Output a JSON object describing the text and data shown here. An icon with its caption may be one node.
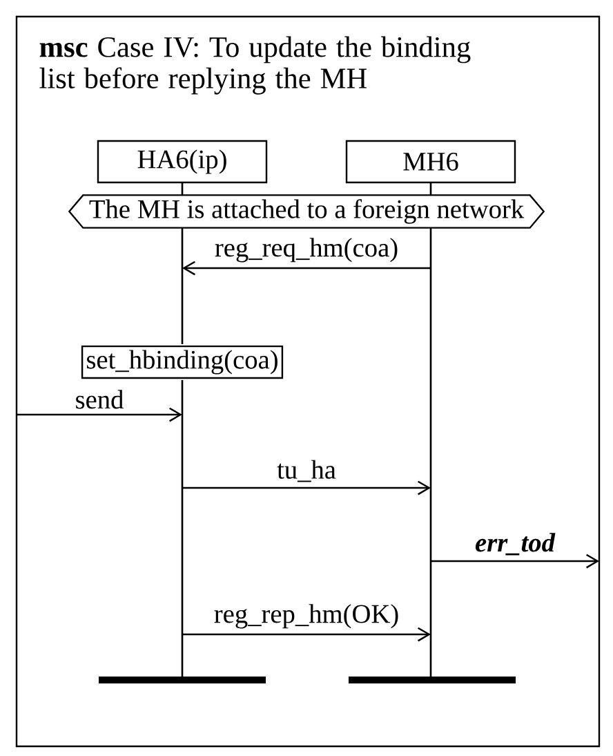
{
  "diagram": {
    "nodes": [
      {
        "text": [
          "**msc** Case IV: To update the binding list before replying the MH"
        ]
      },
      {
        "text": [
          "HA6(ip)"
        ],
        "in": 0
      },
      {
        "text": [
          "MH6"
        ],
        "in": 0
      },
      {
        "text": [],
        "shape": "bar",
        "in": 0
      },
      {
        "text": [],
        "shape": "bar",
        "in": 0
      },
      {
        "text": [
          "The MH is attached to a foreign network"
        ],
        "in": 0
      },
      {
        "text": [
          "set_hbinding(coa)"
        ],
        "in": 0
      },
      {
        "text": [],
        "shape": "bar",
        "in": 0
      },
      {
        "text": [],
        "shape": "bar",
        "in": 0
      },
      {
        "text": [],
        "shape": "bar",
        "in": 0
      }
    ],
    "edges": [
      {
        "from": 4,
        "to": 3,
        "arrow": "to",
        "label": "reg_req_hm(coa)"
      },
      {
        "from": null,
        "to": 7,
        "arrow": "to",
        "label": "send"
      },
      {
        "from": 7,
        "to": 4,
        "arrow": "to",
        "label": "tu_ha"
      },
      {
        "from": 4,
        "to": null,
        "arrow": "to",
        "label": "err_tod"
      },
      {
        "from": 7,
        "to": 4,
        "arrow": "to",
        "label": "reg_rep_hm(OK)"
      }
    ]
  }
}
